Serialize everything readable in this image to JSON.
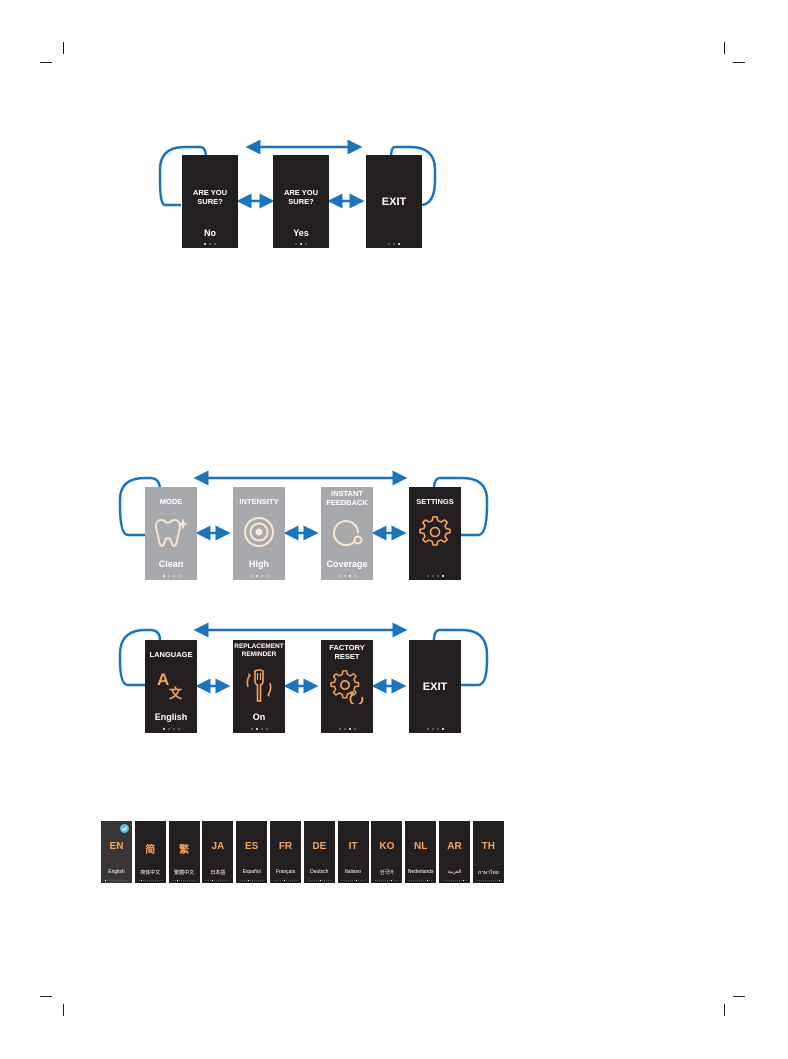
{
  "confirm_flow": {
    "screens": [
      {
        "title": "ARE YOU\nSURE?",
        "label": "No",
        "dots": [
          1,
          0,
          0
        ]
      },
      {
        "title": "ARE YOU\nSURE?",
        "label": "Yes",
        "dots": [
          0,
          1,
          0
        ]
      },
      {
        "title": "EXIT",
        "label": "",
        "dots": [
          0,
          0,
          1
        ]
      }
    ]
  },
  "main_menu": {
    "screens": [
      {
        "title": "MODE",
        "label": "Clean",
        "icon": "tooth-sparkle-icon",
        "dim": true,
        "dots": [
          1,
          0,
          0,
          0
        ]
      },
      {
        "title": "INTENSITY",
        "label": "High",
        "icon": "intensity-target-icon",
        "dim": true,
        "dots": [
          0,
          1,
          0,
          0
        ]
      },
      {
        "title": "INSTANT\nFEEDBACK",
        "label": "Coverage",
        "icon": "feedback-circle-icon",
        "dim": true,
        "dots": [
          0,
          0,
          1,
          0
        ]
      },
      {
        "title": "SETTINGS",
        "label": "",
        "icon": "gear-icon",
        "dim": false,
        "dots": [
          0,
          0,
          0,
          1
        ]
      }
    ]
  },
  "settings_menu": {
    "screens": [
      {
        "title": "LANGUAGE",
        "label": "English",
        "icon": "language-icon",
        "dots": [
          1,
          0,
          0,
          0
        ]
      },
      {
        "title": "REPLACEMENT\nREMINDER",
        "label": "On",
        "icon": "brush-head-icon",
        "dots": [
          0,
          1,
          0,
          0
        ]
      },
      {
        "title": "FACTORY\nRESET",
        "label": "",
        "icon": "gear-reset-icon",
        "dots": [
          0,
          0,
          1,
          0
        ]
      },
      {
        "title": "EXIT",
        "label": "",
        "icon": "",
        "dots": [
          0,
          0,
          0,
          1
        ]
      }
    ]
  },
  "languages": [
    {
      "code": "EN",
      "name": "English",
      "selected": true
    },
    {
      "code": "简",
      "name": "简体中文"
    },
    {
      "code": "繁",
      "name": "繁體中文"
    },
    {
      "code": "JA",
      "name": "日本語"
    },
    {
      "code": "ES",
      "name": "Español"
    },
    {
      "code": "FR",
      "name": "Français"
    },
    {
      "code": "DE",
      "name": "Deutsch"
    },
    {
      "code": "IT",
      "name": "Italiano"
    },
    {
      "code": "KO",
      "name": "한국어"
    },
    {
      "code": "NL",
      "name": "Nederlands"
    },
    {
      "code": "AR",
      "name": "العربية"
    },
    {
      "code": "TH",
      "name": "ภาษาไทย"
    }
  ],
  "colors": {
    "arrow": "#1b75bc",
    "accent": "#f7a35c",
    "screen": "#231f20",
    "screen_dim": "#a7a9ac"
  }
}
